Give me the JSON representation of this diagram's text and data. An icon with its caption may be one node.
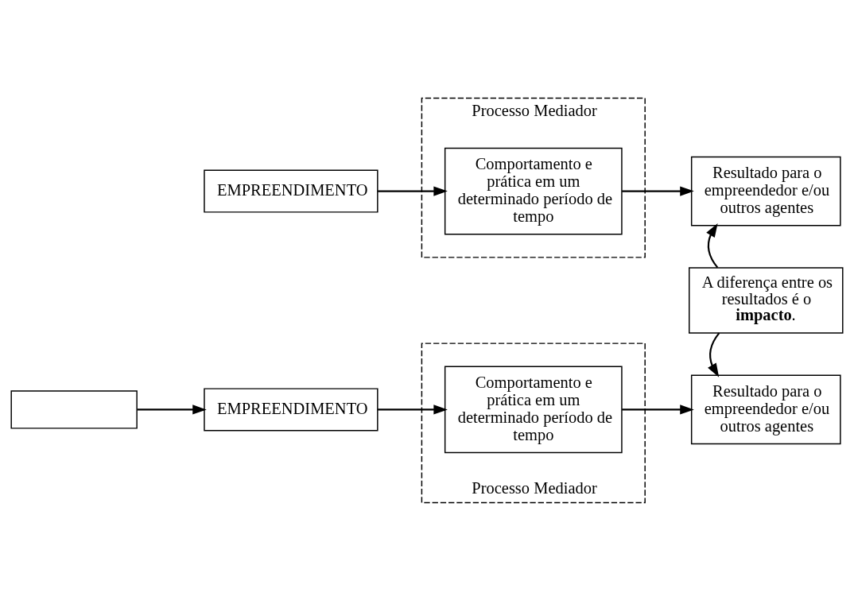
{
  "diagram": {
    "nodes": [
      {
        "text": [
          "Processo Mediador"
        ]
      },
      {
        "text": [
          "EMPREENDIMENTO"
        ]
      },
      {
        "text": [
          "Comportamento e prática em um determinado período de tempo"
        ],
        "in": 0
      },
      {
        "text": [
          "Resultado para o empreendedor e/ou outros agentes"
        ]
      },
      {
        "text": [
          "A diferença entre os resultados é o **impacto**."
        ]
      },
      {
        "text": [
          "Processo Mediador"
        ]
      },
      {
        "text": [
          "EMPREENDIMENTO"
        ]
      },
      {
        "text": [
          "Comportamento e prática em um determinado período de tempo"
        ],
        "in": 5
      },
      {
        "text": [
          "Resultado para o empreendedor e/ou outros agentes"
        ]
      },
      {
        "text": [],
        "shape": "box"
      }
    ],
    "edges": [
      {
        "from": 1,
        "to": 2,
        "arrow": "to"
      },
      {
        "from": 2,
        "to": 3,
        "arrow": "to"
      },
      {
        "from": 4,
        "to": 3,
        "arrow": "to"
      },
      {
        "from": 4,
        "to": 8,
        "arrow": "to"
      },
      {
        "from": 6,
        "to": 7,
        "arrow": "to"
      },
      {
        "from": 7,
        "to": 8,
        "arrow": "to"
      },
      {
        "from": 9,
        "to": 6,
        "arrow": "to"
      }
    ]
  }
}
